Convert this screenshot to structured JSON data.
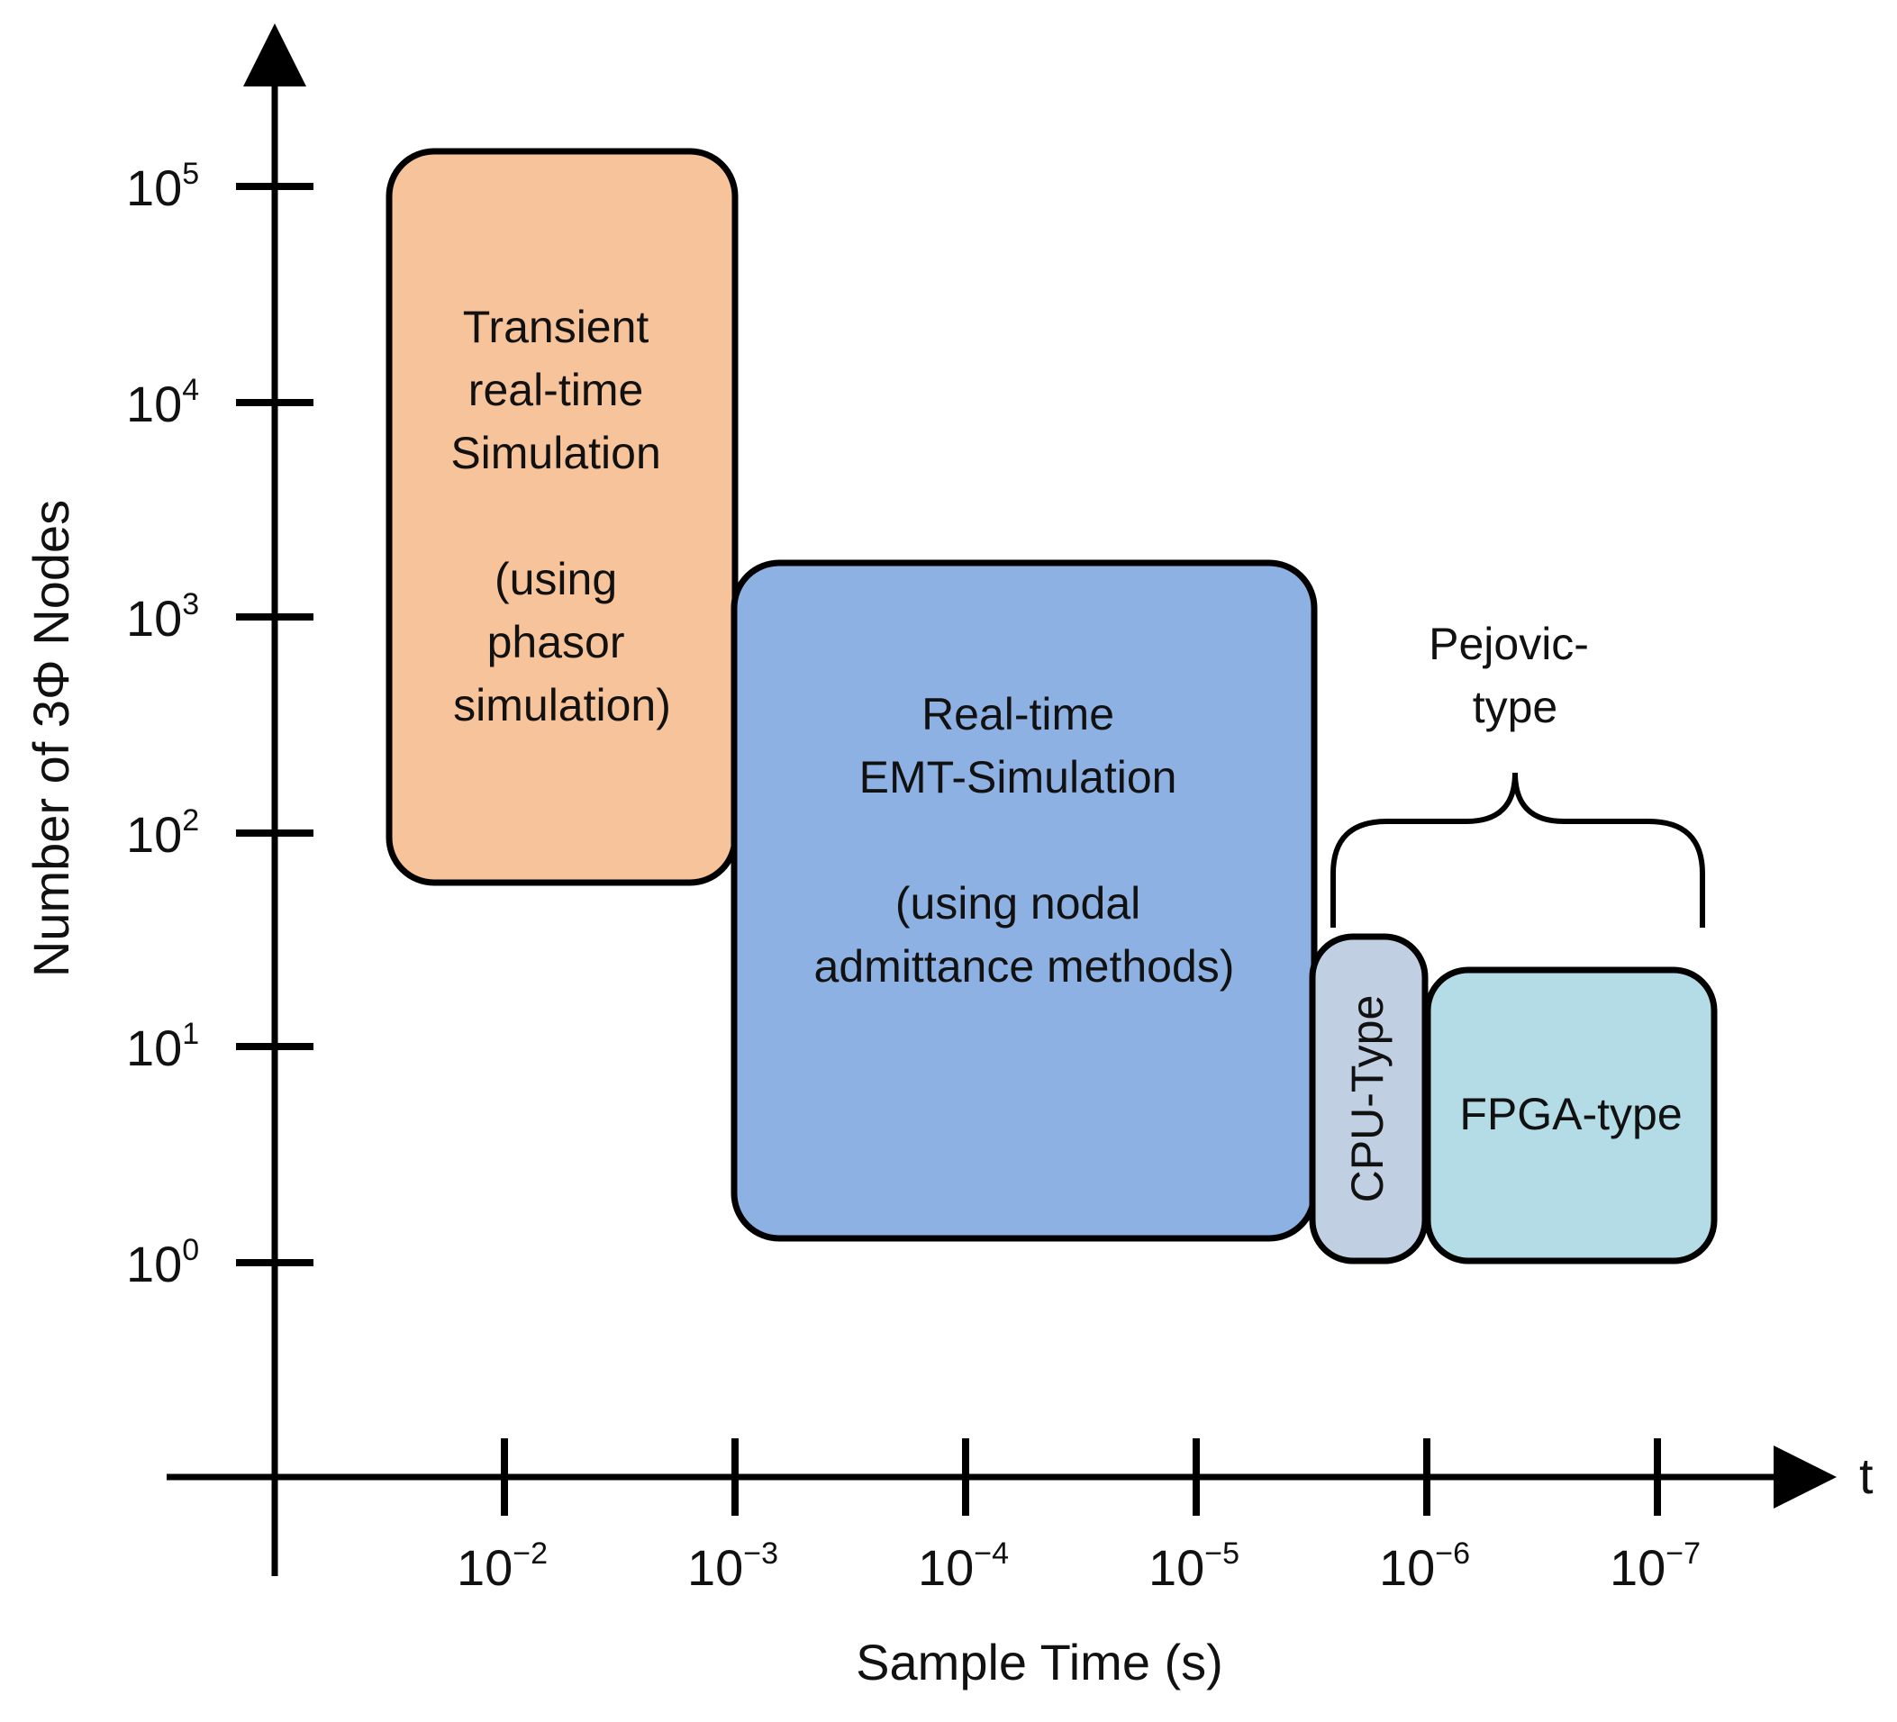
{
  "x_axis": {
    "title": "Sample Time (s)",
    "arrow_label": "t",
    "ticks": [
      {
        "base": "10",
        "exp": "−2"
      },
      {
        "base": "10",
        "exp": "−3"
      },
      {
        "base": "10",
        "exp": "−4"
      },
      {
        "base": "10",
        "exp": "−5"
      },
      {
        "base": "10",
        "exp": "−6"
      },
      {
        "base": "10",
        "exp": "−7"
      }
    ]
  },
  "y_axis": {
    "title": "Number of 3Φ  Nodes",
    "ticks": [
      {
        "base": "10",
        "exp": "5"
      },
      {
        "base": "10",
        "exp": "4"
      },
      {
        "base": "10",
        "exp": "3"
      },
      {
        "base": "10",
        "exp": "2"
      },
      {
        "base": "10",
        "exp": "1"
      },
      {
        "base": "10",
        "exp": "0"
      }
    ]
  },
  "boxes": {
    "transient": {
      "lines": [
        "Transient",
        "real-time",
        "Simulation",
        "",
        "(using",
        "phasor",
        "simulation)"
      ],
      "color": "#f7c39a"
    },
    "emt": {
      "lines": [
        "Real-time",
        "EMT-Simulation",
        "",
        "(using nodal",
        "admittance methods)"
      ],
      "color": "#8eb1e3"
    },
    "cpu": {
      "label": "CPU-Type",
      "color": "#c0cfe1"
    },
    "fpga": {
      "label": "FPGA-type",
      "color": "#b4dce6"
    }
  },
  "brace_label": [
    "Pejovic-",
    "type"
  ]
}
